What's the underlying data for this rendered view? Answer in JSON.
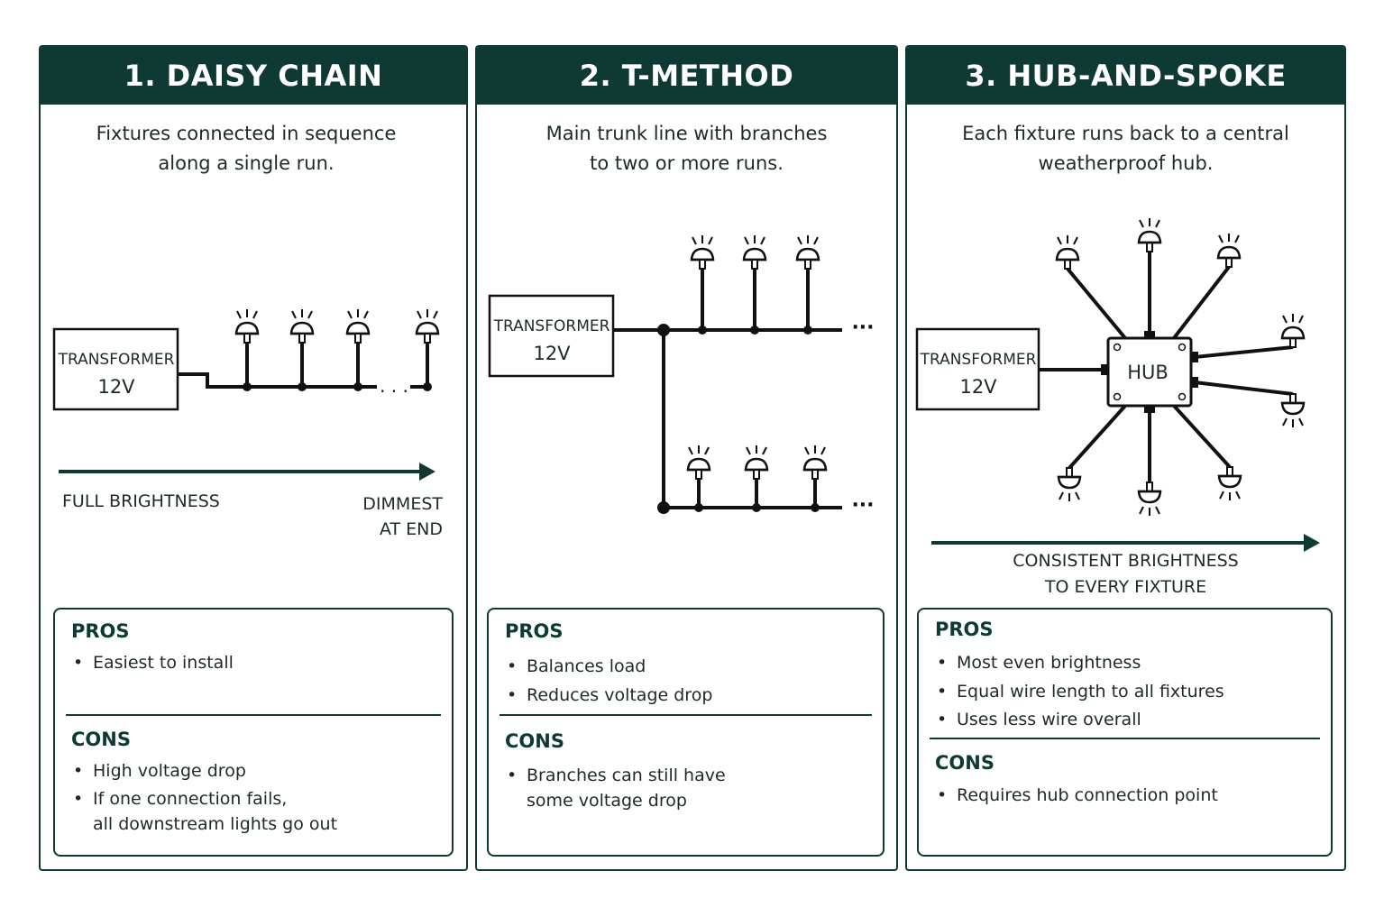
{
  "panels": [
    {
      "title": "1. DAISY CHAIN",
      "desc": [
        "Fixtures connected in sequence",
        "along a single run."
      ],
      "transformer": [
        "TRANSFORMER",
        "12V"
      ],
      "arrow_left": "FULL BRIGHTNESS",
      "arrow_right": [
        "DIMMEST",
        "AT END"
      ],
      "pros_title": "PROS",
      "pros": [
        "Easiest to install"
      ],
      "cons_title": "CONS",
      "cons": [
        [
          "High voltage drop"
        ],
        [
          "If one connection fails,",
          "all downstream lights go out"
        ]
      ]
    },
    {
      "title": "2. T-METHOD",
      "desc": [
        "Main trunk line with branches",
        "to two or more runs."
      ],
      "transformer": [
        "TRANSFORMER",
        "12V"
      ],
      "pros_title": "PROS",
      "pros": [
        "Balances load",
        "Reduces voltage drop"
      ],
      "cons_title": "CONS",
      "cons": [
        [
          "Branches can still have",
          "some voltage drop"
        ]
      ]
    },
    {
      "title": "3. HUB-AND-SPOKE",
      "desc": [
        "Each fixture runs back to a central",
        "weatherproof hub."
      ],
      "transformer": [
        "TRANSFORMER",
        "12V"
      ],
      "hub_label": "HUB",
      "arrow_caption": [
        "CONSISTENT BRIGHTNESS",
        "TO EVERY FIXTURE"
      ],
      "pros_title": "PROS",
      "pros": [
        "Most even brightness",
        "Equal wire length to all fixtures",
        "Uses less wire overall"
      ],
      "cons_title": "CONS",
      "cons": [
        [
          "Requires hub connection point"
        ]
      ]
    }
  ],
  "colors": {
    "header_bg": "#0f3a33",
    "line": "#111111",
    "text": "#1c2b28"
  },
  "icons": {
    "fixture": "path-light-icon",
    "arrow": "arrow-right-icon",
    "hub": "junction-box-icon"
  }
}
